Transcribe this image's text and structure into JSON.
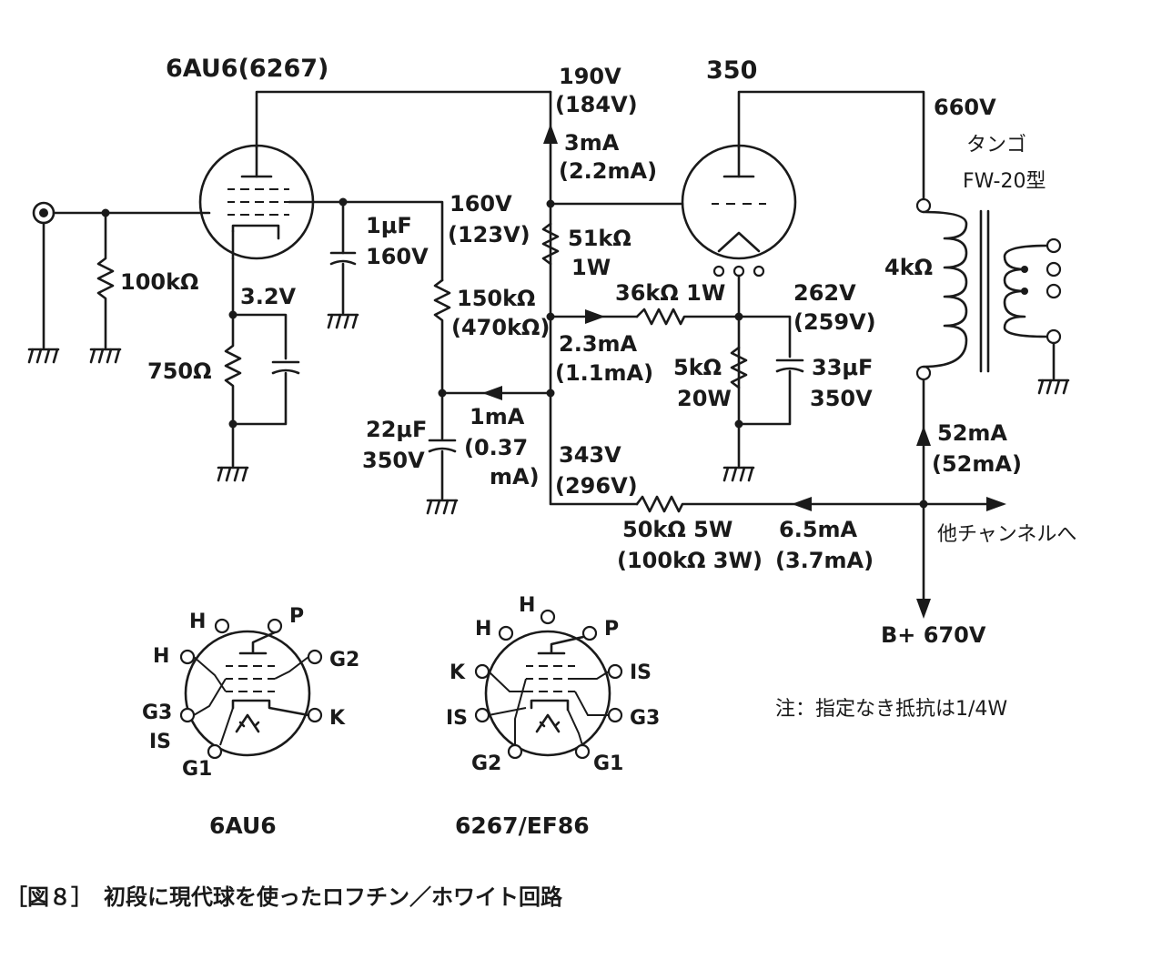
{
  "tubes": {
    "first_stage": "6AU6(6267)",
    "output": "350"
  },
  "labels": {
    "v190": "190V",
    "v190b": "(184V)",
    "i3ma": "3mA",
    "i3mab": "(2.2mA)",
    "v660": "660V",
    "transformer_name": "タンゴ",
    "transformer_model": "FW-20型",
    "v160": "160V",
    "v160b": "(123V)",
    "r51k": "51kΩ",
    "r51kw": "1W",
    "c1u": "1μF",
    "c1uv": "160V",
    "r100k": "100kΩ",
    "v32": "3.2V",
    "r150k": "150kΩ",
    "r150kb": "(470kΩ)",
    "r36k": "36kΩ 1W",
    "v262": "262V",
    "v262b": "(259V)",
    "r4k": "4kΩ",
    "i23": "2.3mA",
    "i23b": "(1.1mA)",
    "r750": "750Ω",
    "r5k": "5kΩ",
    "r5kw": "20W",
    "c33u": "33μF",
    "c33uv": "350V",
    "c22u": "22μF",
    "c22uv": "350V",
    "i1ma": "1mA",
    "i1mab": "(0.37",
    "i1mac": "mA)",
    "i52": "52mA",
    "i52b": "(52mA)",
    "v343": "343V",
    "v343b": "(296V)",
    "r50k": "50kΩ 5W",
    "r50kb": "(100kΩ 3W)",
    "i65": "6.5mA",
    "i65b": "(3.7mA)",
    "other_ch": "他チャンネルへ",
    "bplus": "B+ 670V",
    "note": "注：指定なき抵抗は1/4W"
  },
  "pinouts": {
    "left": {
      "name": "6AU6",
      "pins": [
        "H",
        "P",
        "H",
        "G2",
        "G3",
        "K",
        "IS",
        "G1"
      ]
    },
    "right": {
      "name": "6267/EF86",
      "pins": [
        "H",
        "H",
        "P",
        "K",
        "IS",
        "IS",
        "G3",
        "G2",
        "G1"
      ]
    }
  },
  "caption": "［図８］　初段に現代球を使ったロフチン／ホワイト回路"
}
